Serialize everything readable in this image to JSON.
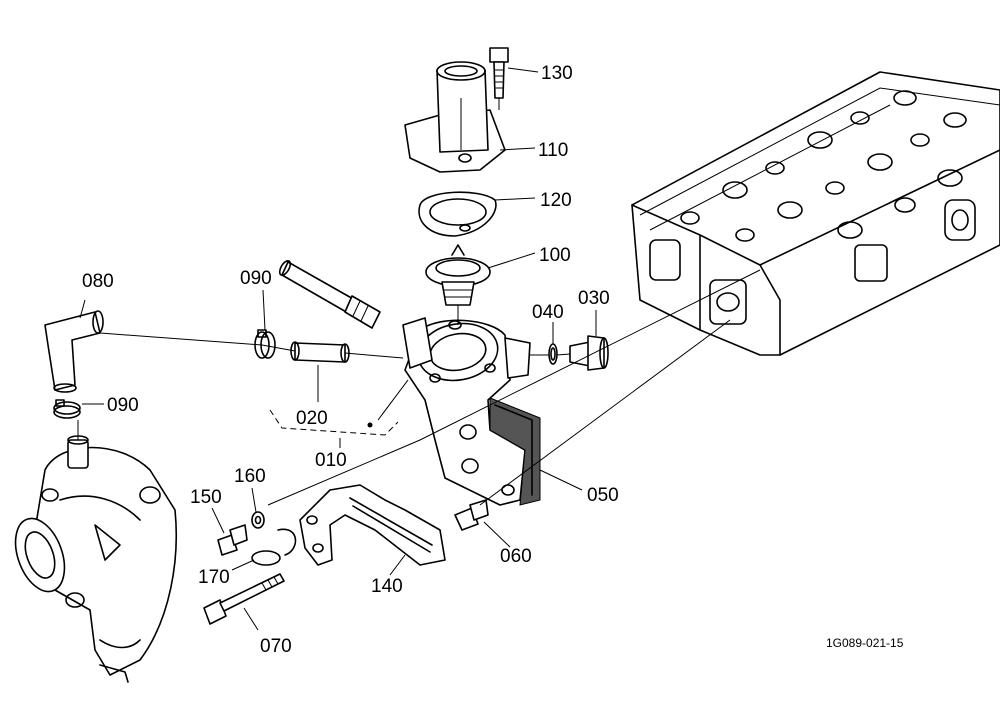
{
  "part_labels": {
    "p130": "130",
    "p110": "110",
    "p120": "120",
    "p100": "100",
    "p080": "080",
    "p090a": "090",
    "p090b": "090",
    "p040": "040",
    "p030": "030",
    "p020": "020",
    "p010": "010",
    "p050": "050",
    "p160": "160",
    "p150": "150",
    "p060": "060",
    "p170": "170",
    "p140": "140",
    "p070": "070"
  },
  "reference_code": "1G089-021-15"
}
